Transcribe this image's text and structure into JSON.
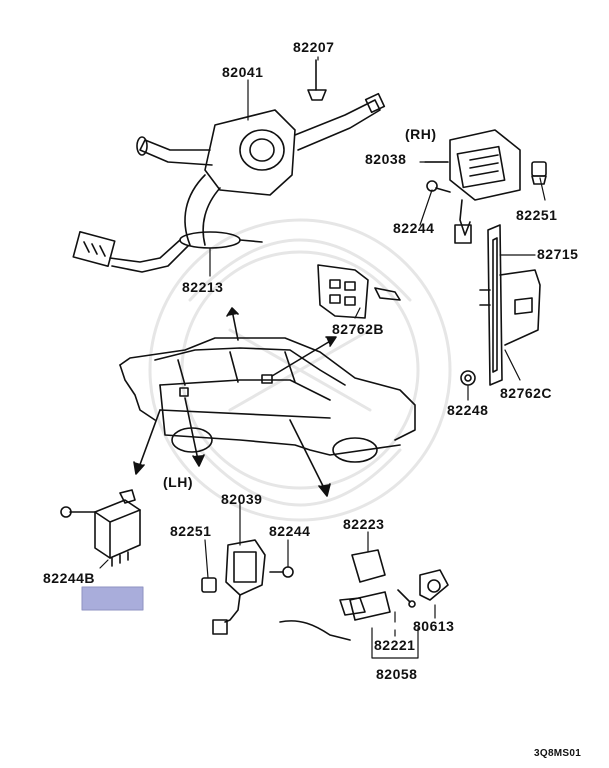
{
  "labels": {
    "p82207": "82207",
    "p82041": "82041",
    "rh": "(RH)",
    "p82038": "82038",
    "p82244_top": "82244",
    "p82251_top": "82251",
    "p82715": "82715",
    "p82213": "82213",
    "p82762B": "82762B",
    "p82248": "82248",
    "p82762C": "82762C",
    "lh": "(LH)",
    "p82039": "82039",
    "p82251_bottom": "82251",
    "p82244_bottom": "82244",
    "p82223": "82223",
    "p82244B": "82244B",
    "p80613": "80613",
    "p82221": "82221",
    "p82058": "82058",
    "code": "3Q8MS01"
  },
  "colors": {
    "line": "#111111",
    "highlight": "#a9addb",
    "watermark": "#e6e6e6"
  }
}
